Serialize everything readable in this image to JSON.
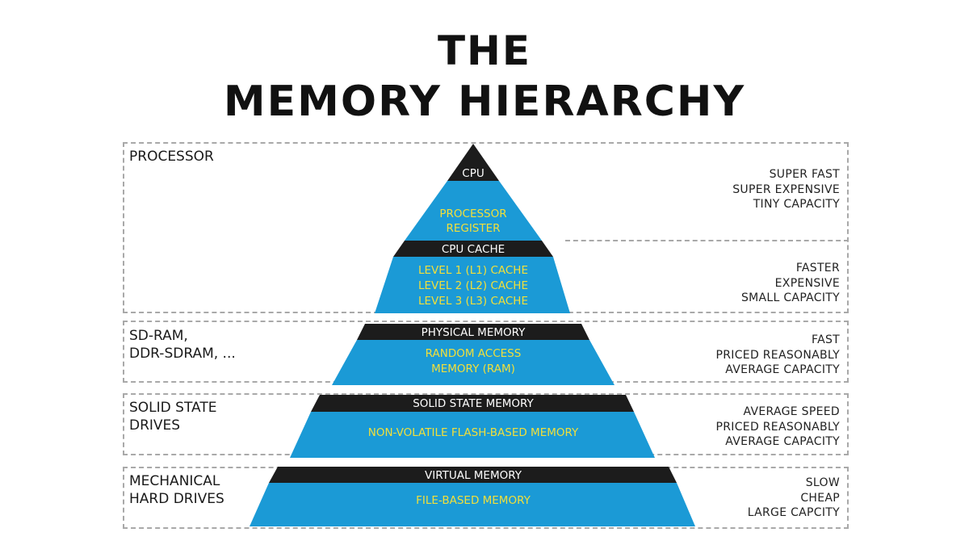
{
  "title": {
    "line1": "THE",
    "line2": "MEMORY HIERARCHY"
  },
  "colors": {
    "blue": "#1b9ad6",
    "black": "#1c1c1c",
    "yellow": "#f2df3a",
    "white": "#ffffff",
    "border": "#a9a9a9"
  },
  "groups": [
    {
      "label": "PROCESSOR"
    },
    {
      "label": "SD-RAM,\nDDR-SDRAM, ..."
    },
    {
      "label": "SOLID STATE\nDRIVES"
    },
    {
      "label": "MECHANICAL\nHARD DRIVES"
    }
  ],
  "descriptions": [
    {
      "lines": [
        "SUPER FAST",
        "SUPER EXPENSIVE",
        "TINY CAPACITY"
      ]
    },
    {
      "lines": [
        "FASTER",
        "EXPENSIVE",
        "SMALL CAPACITY"
      ]
    },
    {
      "lines": [
        "FAST",
        "PRICED REASONABLY",
        "AVERAGE CAPACITY"
      ]
    },
    {
      "lines": [
        "AVERAGE SPEED",
        "PRICED REASONABLY",
        "AVERAGE CAPACITY"
      ]
    },
    {
      "lines": [
        "SLOW",
        "CHEAP",
        "LARGE CAPCITY"
      ]
    }
  ],
  "tiers": [
    {
      "header": "CPU",
      "body": [
        "PROCESSOR",
        "REGISTER"
      ]
    },
    {
      "header": "CPU CACHE",
      "body": [
        "LEVEL 1 (L1) CACHE",
        "LEVEL 2 (L2) CACHE",
        "LEVEL 3 (L3) CACHE"
      ]
    },
    {
      "header": "PHYSICAL MEMORY",
      "body": [
        "RANDOM ACCESS",
        "MEMORY (RAM)"
      ]
    },
    {
      "header": "SOLID STATE MEMORY",
      "body": [
        "NON-VOLATILE FLASH-BASED MEMORY"
      ]
    },
    {
      "header": "VIRTUAL MEMORY",
      "body": [
        "FILE-BASED MEMORY"
      ]
    }
  ]
}
